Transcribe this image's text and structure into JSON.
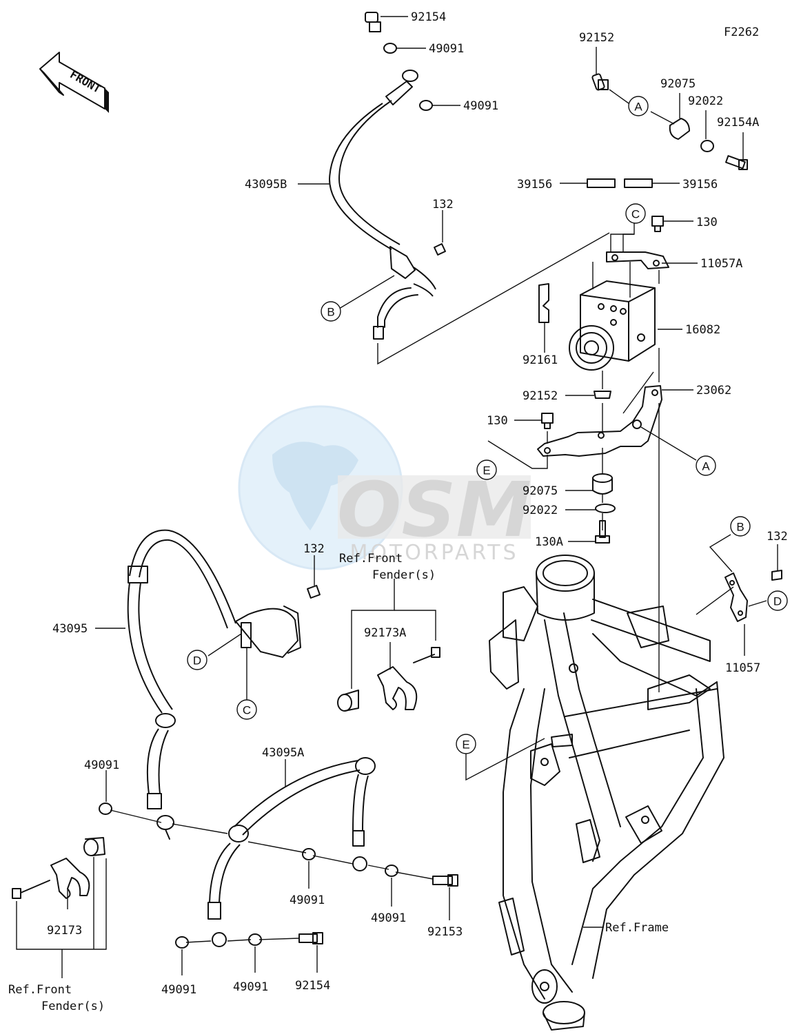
{
  "figure_code": "F2262",
  "front_arrow_label": "FRONT",
  "watermark": {
    "brand": "OSM",
    "tagline": "MOTORPARTS"
  },
  "part_labels": {
    "p92154_top": "92154",
    "p49091_a": "49091",
    "p49091_b": "49091",
    "p43095B": "43095B",
    "p132_a": "132",
    "p92152_a": "92152",
    "p92075_a": "92075",
    "p92022_a": "92022",
    "p92154A": "92154A",
    "p39156_left": "39156",
    "p39156_right": "39156",
    "p130_a": "130",
    "p11057A": "11057A",
    "p16082": "16082",
    "p92161": "92161",
    "p92152_b": "92152",
    "p23062": "23062",
    "p130_b": "130",
    "p92075_b": "92075",
    "p92022_b": "92022",
    "p130A": "130A",
    "p132_b": "132",
    "p132_c": "132",
    "p11057": "11057",
    "p43095": "43095",
    "p92173A": "92173A",
    "p43095A": "43095A",
    "p49091_c": "49091",
    "p49091_d": "49091",
    "p49091_e": "49091",
    "p92153": "92153",
    "p92173": "92173",
    "p49091_f": "49091",
    "p49091_g": "49091",
    "p92154_bottom": "92154"
  },
  "reference_notes": {
    "front_fender_top_line1": "Ref.Front",
    "front_fender_top_line2": "Fender(s)",
    "front_fender_bottom_line1": "Ref.Front",
    "front_fender_bottom_line2": "Fender(s)",
    "frame": "Ref.Frame"
  },
  "callouts": {
    "A1": "A",
    "A2": "A",
    "B1": "B",
    "B2": "B",
    "C1": "C",
    "C2": "C",
    "D1": "D",
    "D2": "D",
    "E1": "E",
    "E2": "E"
  }
}
